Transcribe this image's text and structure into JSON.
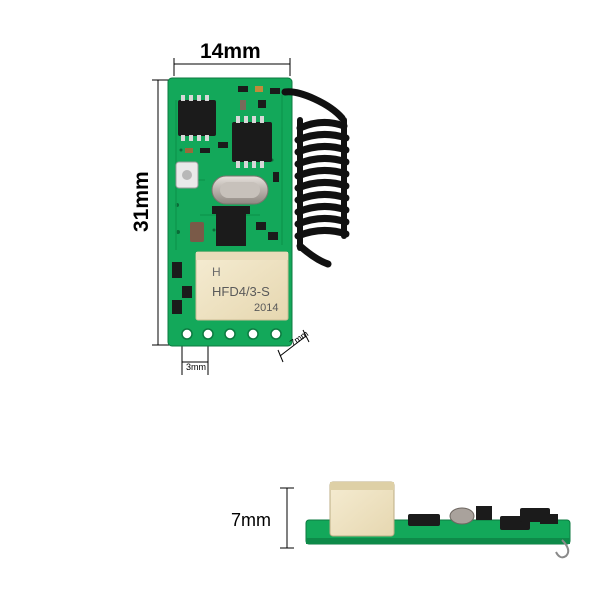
{
  "dimensions": {
    "width_label": "14mm",
    "height_label": "31mm",
    "pin_pitch_label": "3mm",
    "side_thickness_label": "7mm",
    "side_height_label": "7mm"
  },
  "board": {
    "relay_brand_mark": "H",
    "relay_model": "HFD4/3-S",
    "relay_year": "2014",
    "pin_count": 5
  },
  "colors": {
    "pcb": "#13a85a",
    "pcb_dark": "#0e8a49",
    "relay_body": "#efe3c2",
    "chip": "#1b1b1b",
    "antenna": "#111111",
    "crystal": "#b9b3ae",
    "pad": "#ffffff"
  }
}
